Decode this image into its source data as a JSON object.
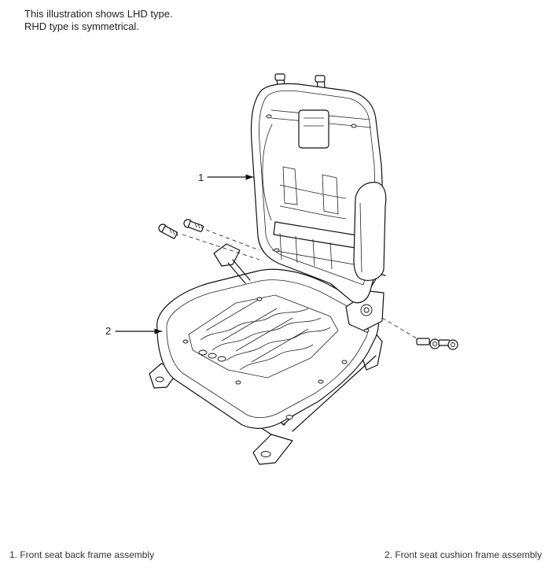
{
  "note": {
    "line1": "This illustration shows LHD type.",
    "line2": "RHD type is symmetrical."
  },
  "callouts": [
    {
      "label": "1"
    },
    {
      "label": "2"
    }
  ],
  "legend": [
    {
      "text": "1. Front seat back frame assembly"
    },
    {
      "text": "2. Front seat cushion frame assembly"
    }
  ]
}
